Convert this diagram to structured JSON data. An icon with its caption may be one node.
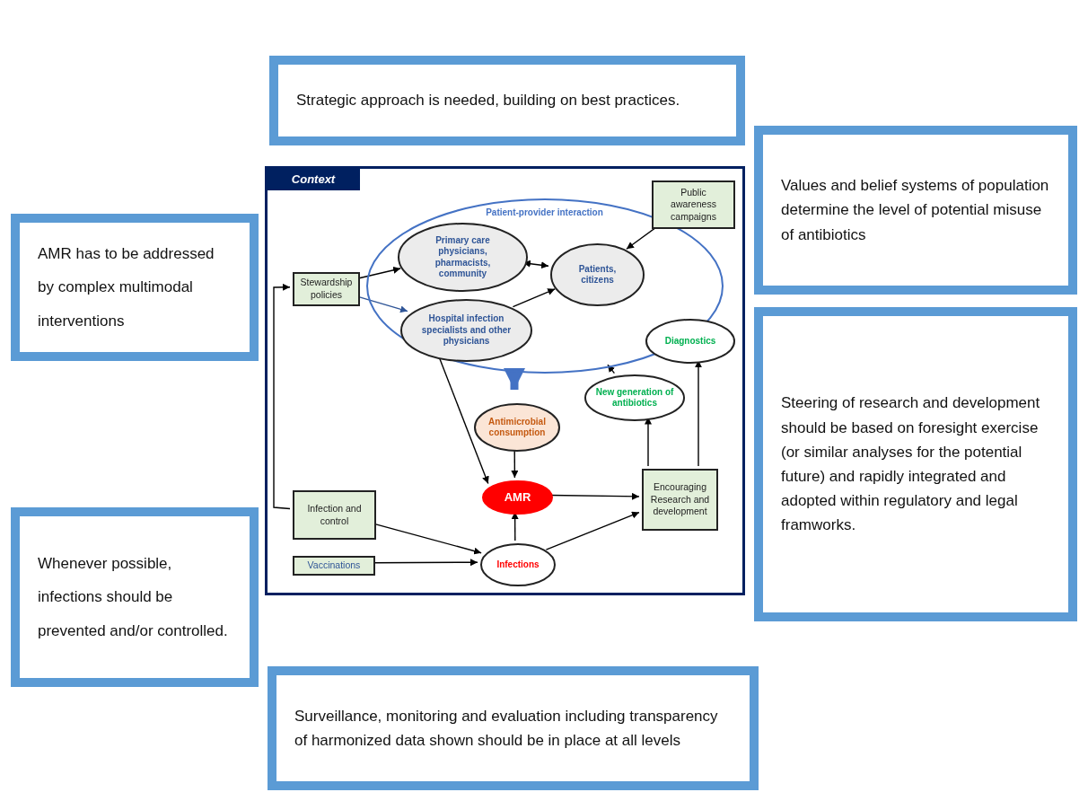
{
  "diagram": {
    "nodes": [
      {
        "text": [
          "Context"
        ]
      },
      {
        "text": [
          "Patient-provider interaction"
        ],
        "in": 0
      },
      {
        "text": [
          "Primary care physicians, pharmacists, community"
        ],
        "in": 1
      },
      {
        "text": [
          "Hospital infection specialists and other physicians"
        ],
        "in": 1
      },
      {
        "text": [
          "Patients, citizens"
        ],
        "in": 1
      },
      {
        "text": [
          "Stewardship policies"
        ],
        "in": 0
      },
      {
        "text": [
          "Public awareness campaigns"
        ],
        "in": 0
      },
      {
        "text": [
          "Antimicrobial consumption"
        ],
        "in": 0
      },
      {
        "text": [
          "AMR"
        ],
        "in": 0
      },
      {
        "text": [
          "Diagnostics"
        ],
        "in": 0
      },
      {
        "text": [
          "New generation of antibiotics"
        ],
        "in": 0
      },
      {
        "text": [
          "Infection and control"
        ],
        "in": 0
      },
      {
        "text": [
          "Vaccinations"
        ],
        "in": 0
      },
      {
        "text": [
          "Infections"
        ],
        "in": 0
      },
      {
        "text": [
          "Encouraging Research and development"
        ],
        "in": 0
      },
      {
        "text": [
          "Strategic approach is needed, building on best practices."
        ]
      },
      {
        "text": [
          "Values and belief systems of population determine the level of potential misuse of antibiotics"
        ]
      },
      {
        "text": [
          "AMR has to be addressed by complex multimodal interventions"
        ]
      },
      {
        "text": [
          "Steering of research and development should be based on foresight exercise (or similar analyses for the potential future) and rapidly integrated and adopted within regulatory and legal framworks."
        ]
      },
      {
        "text": [
          "Whenever possible, infections should be prevented and/or controlled."
        ]
      },
      {
        "text": [
          "Surveillance, monitoring and evaluation including transparency of harmonized data shown should be in place at all levels"
        ]
      }
    ],
    "edges": [
      {
        "from": 5,
        "to": 2,
        "arrow": "to"
      },
      {
        "from": 5,
        "to": 3,
        "arrow": "to",
        "color": "#2f5597"
      },
      {
        "from": 2,
        "to": 4,
        "arrow": "both"
      },
      {
        "from": 3,
        "to": 4,
        "arrow": "to"
      },
      {
        "from": 6,
        "to": 4,
        "arrow": "to"
      },
      {
        "from": 1,
        "to": 7,
        "arrow": "to",
        "style": "thick",
        "color": "#4472c4"
      },
      {
        "from": 3,
        "to": 8,
        "arrow": "to"
      },
      {
        "from": 7,
        "to": 8,
        "arrow": "to"
      },
      {
        "from": 13,
        "to": 8,
        "arrow": "to"
      },
      {
        "from": 11,
        "to": 13,
        "arrow": "to"
      },
      {
        "from": 12,
        "to": 13,
        "arrow": "to"
      },
      {
        "from": 8,
        "to": 14,
        "arrow": "to"
      },
      {
        "from": 13,
        "to": 14,
        "arrow": "to"
      },
      {
        "from": 14,
        "to": 10,
        "arrow": "to"
      },
      {
        "from": 14,
        "to": 9,
        "arrow": "to"
      },
      {
        "from": 10,
        "to": 1,
        "arrow": "to"
      },
      {
        "from": 11,
        "to": 5,
        "arrow": "to"
      }
    ]
  }
}
